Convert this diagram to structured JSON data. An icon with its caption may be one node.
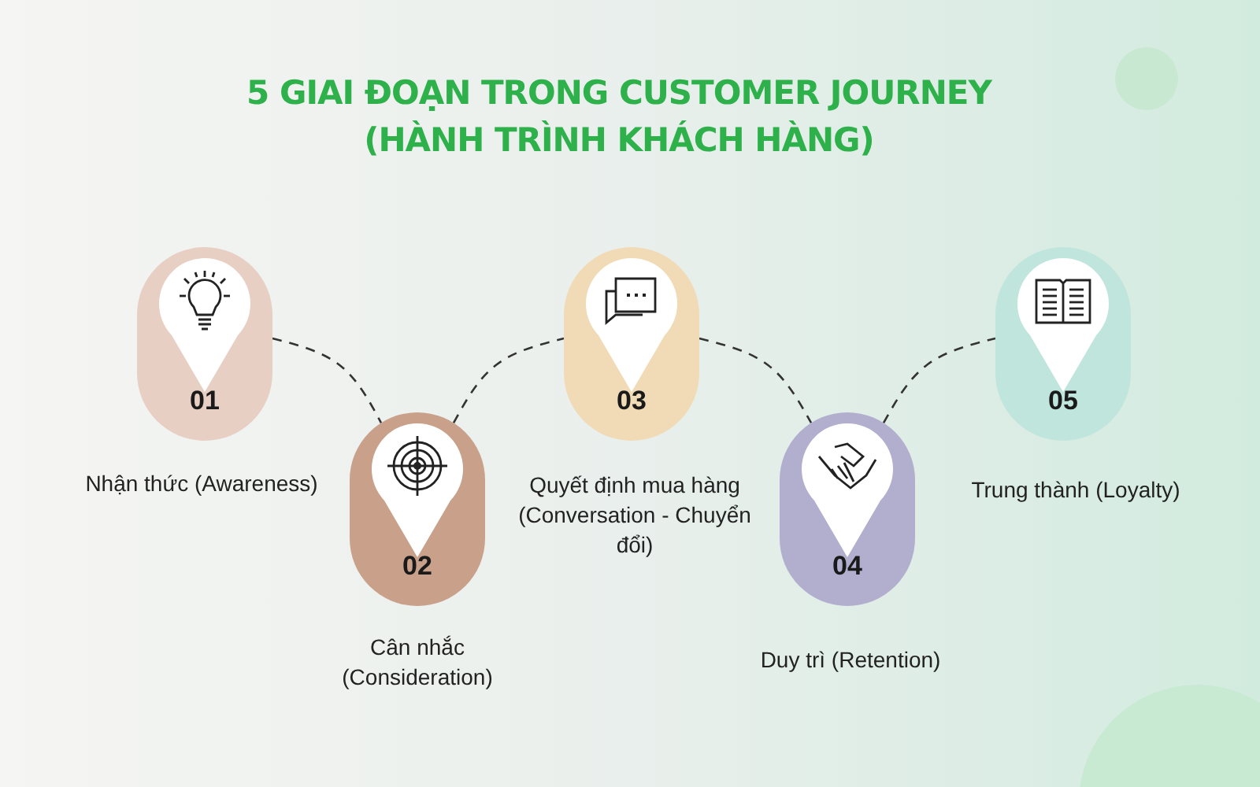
{
  "diagram": {
    "title": "5 GIAI ĐOẠN TRONG CUSTOMER JOURNEY (HÀNH TRÌNH KHÁCH HÀNG)",
    "nodes": [
      {
        "text": [
          "01"
        ],
        "beside": [
          "Nhận thức (Awareness)"
        ]
      },
      {
        "text": [
          "02"
        ],
        "beside": [
          "Cân nhắc (Consideration)"
        ]
      },
      {
        "text": [
          "03"
        ],
        "beside": [
          "Quyết định mua hàng (Conversation - Chuyển đổi)"
        ]
      },
      {
        "text": [
          "04"
        ],
        "beside": [
          "Duy trì (Retention)"
        ]
      },
      {
        "text": [
          "05"
        ],
        "beside": [
          "Trung thành (Loyalty)"
        ]
      }
    ],
    "edges": [
      {
        "from": 0,
        "to": 1,
        "arrow": "none",
        "style": "dashed"
      },
      {
        "from": 1,
        "to": 2,
        "arrow": "none",
        "style": "dashed"
      },
      {
        "from": 2,
        "to": 3,
        "arrow": "none",
        "style": "dashed"
      },
      {
        "from": 3,
        "to": 4,
        "arrow": "none",
        "style": "dashed"
      }
    ]
  }
}
